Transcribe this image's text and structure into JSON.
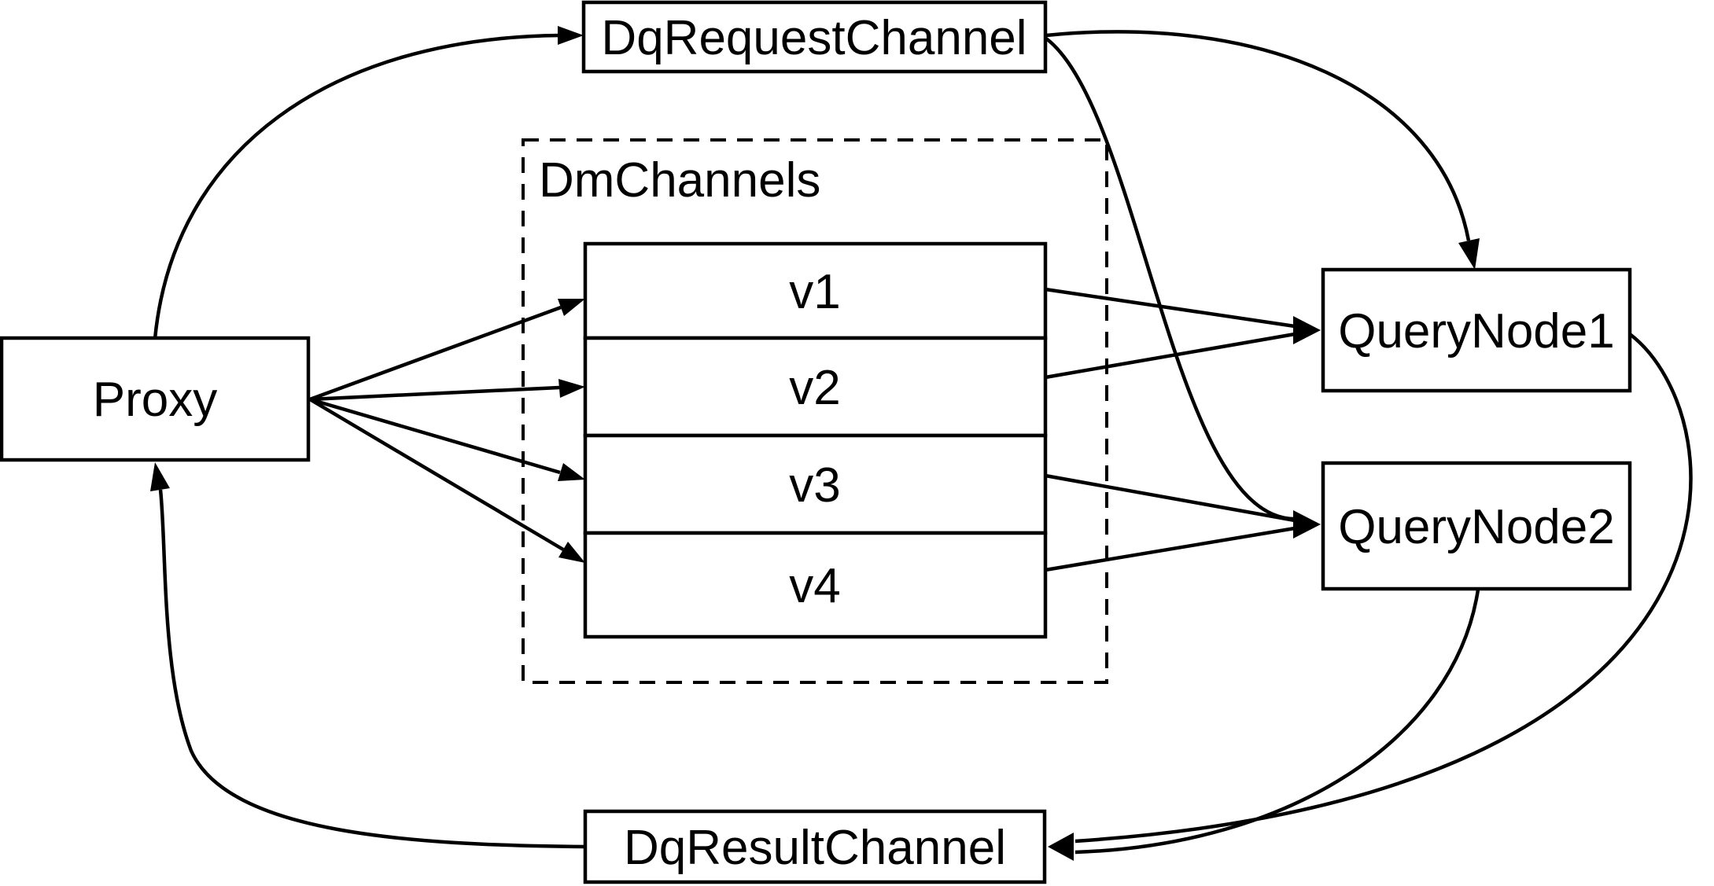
{
  "diagram": {
    "colors": {
      "background": "#ffffff",
      "line": "#000000",
      "text": "#000000"
    },
    "nodes": {
      "proxy": {
        "label": "Proxy"
      },
      "dq_request_channel": {
        "label": "DqRequestChannel"
      },
      "dm_channels": {
        "label": "DmChannels",
        "items": [
          {
            "label": "v1"
          },
          {
            "label": "v2"
          },
          {
            "label": "v3"
          },
          {
            "label": "v4"
          }
        ]
      },
      "query_node_1": {
        "label": "QueryNode1"
      },
      "query_node_2": {
        "label": "QueryNode2"
      },
      "dq_result_channel": {
        "label": "DqResultChannel"
      }
    },
    "edges": [
      {
        "from": "Proxy",
        "to": "DqRequestChannel"
      },
      {
        "from": "DqRequestChannel",
        "to": "QueryNode1"
      },
      {
        "from": "DqRequestChannel",
        "to": "QueryNode2"
      },
      {
        "from": "Proxy",
        "to": "v1"
      },
      {
        "from": "Proxy",
        "to": "v2"
      },
      {
        "from": "Proxy",
        "to": "v3"
      },
      {
        "from": "Proxy",
        "to": "v4"
      },
      {
        "from": "v1",
        "to": "QueryNode1"
      },
      {
        "from": "v2",
        "to": "QueryNode1"
      },
      {
        "from": "v3",
        "to": "QueryNode2"
      },
      {
        "from": "v4",
        "to": "QueryNode2"
      },
      {
        "from": "QueryNode1",
        "to": "DqResultChannel"
      },
      {
        "from": "QueryNode2",
        "to": "DqResultChannel"
      },
      {
        "from": "DqResultChannel",
        "to": "Proxy"
      }
    ]
  }
}
